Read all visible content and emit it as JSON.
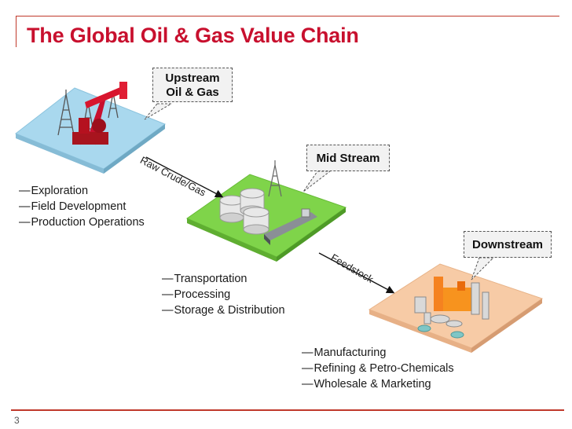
{
  "slide": {
    "title": "The Global Oil & Gas Value Chain",
    "page_number": "3"
  },
  "stages": [
    {
      "id": "upstream",
      "callout": [
        "Upstream",
        "Oil & Gas"
      ],
      "activities": [
        "Exploration",
        "Field Development",
        "Production Operations"
      ],
      "tile_color": "#a9d8ee",
      "illustration": "oil-pumpjack-and-derricks"
    },
    {
      "id": "midstream",
      "callout": [
        "Mid Stream"
      ],
      "activities": [
        "Transportation",
        "Processing",
        "Storage & Distribution"
      ],
      "tile_color": "#7fd44a",
      "illustration": "storage-tanks-and-tanker-ship"
    },
    {
      "id": "downstream",
      "callout": [
        "Downstream"
      ],
      "activities": [
        "Manufacturing",
        "Refining & Petro-Chemicals",
        "Wholesale & Marketing"
      ],
      "tile_color": "#f7cba6",
      "illustration": "refinery-plant"
    }
  ],
  "flows": [
    {
      "from": "upstream",
      "to": "midstream",
      "label": "Raw Crude/Gas"
    },
    {
      "from": "midstream",
      "to": "downstream",
      "label": "Feedstock"
    }
  ],
  "colors": {
    "accent": "#c8102e",
    "frame": "#c0392b"
  }
}
